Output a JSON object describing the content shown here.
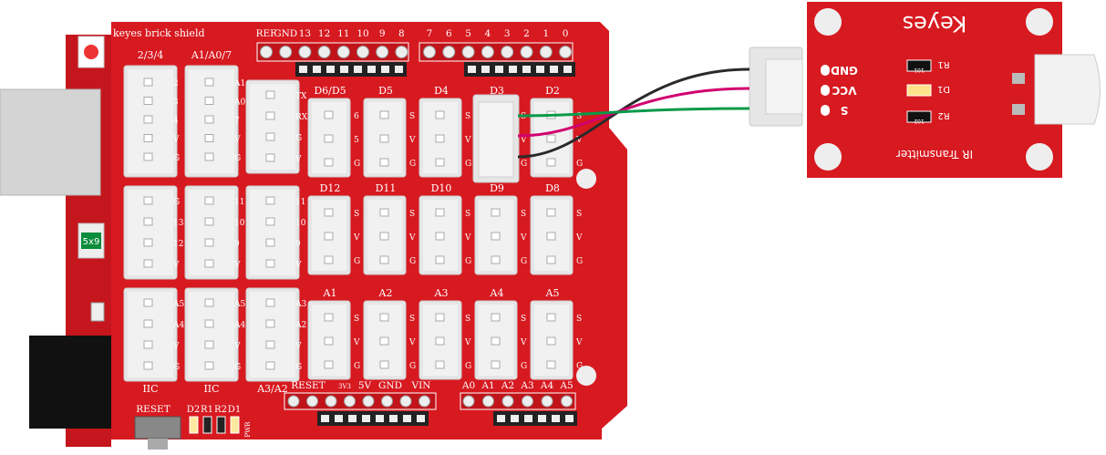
{
  "shield": {
    "name": "keyes brick shield",
    "power_header": [
      "REF",
      "GND",
      "13",
      "12",
      "11",
      "10",
      "9",
      "8"
    ],
    "digital_header": [
      "7",
      "6",
      "5",
      "4",
      "3",
      "2",
      "1",
      "0"
    ],
    "bottom_power": [
      "RESET",
      "3V3",
      "5V",
      "GND",
      "VIN"
    ],
    "bottom_analog": [
      "A0",
      "A1",
      "A2",
      "A3",
      "A4",
      "A5"
    ],
    "reset_label": "RESET",
    "leds": [
      "D2",
      "R1",
      "R2",
      "D1"
    ],
    "pwr_label": "PWR",
    "tall_ports": [
      {
        "top": "2/3/4",
        "bottom": "",
        "pins": [
          "2",
          "3",
          "4",
          "V",
          "G"
        ]
      },
      {
        "top": "A1/A0/7",
        "bottom": "",
        "pins": [
          "A1",
          "A0",
          "7",
          "V",
          "G"
        ]
      },
      {
        "top": "",
        "bottom": "",
        "pins": [
          "TX",
          "RX",
          "G",
          "V"
        ]
      },
      {
        "top": "",
        "bottom": "",
        "pins": [
          "G",
          "13",
          "12",
          "V"
        ]
      },
      {
        "top": "",
        "bottom": "",
        "pins": [
          "11",
          "10",
          "9",
          "V"
        ]
      },
      {
        "top": "",
        "bottom": "",
        "pins": [
          "11",
          "10",
          "9",
          "V"
        ]
      },
      {
        "top": "",
        "bottom": "IIC",
        "pins": [
          "A5",
          "A4",
          "V",
          "G"
        ]
      },
      {
        "top": "",
        "bottom": "IIC",
        "pins": [
          "A5",
          "A4",
          "V",
          "G"
        ]
      },
      {
        "top": "",
        "bottom": "A3/A2",
        "pins": [
          "A3",
          "A2",
          "V",
          "G"
        ]
      }
    ],
    "rows": [
      {
        "labels": [
          "D6/D5",
          "D5",
          "D4",
          "D3",
          "D2"
        ],
        "pins": [
          [
            "6",
            "5",
            "G"
          ],
          [
            "S",
            "V",
            "G"
          ],
          [
            "S",
            "V",
            "G"
          ],
          [
            "S",
            "V",
            "G"
          ],
          [
            "S",
            "V",
            "G"
          ]
        ]
      },
      {
        "labels": [
          "D12",
          "D11",
          "D10",
          "D9",
          "D8"
        ],
        "pins": [
          [
            "S",
            "V",
            "G"
          ],
          [
            "S",
            "V",
            "G"
          ],
          [
            "S",
            "V",
            "G"
          ],
          [
            "S",
            "V",
            "G"
          ],
          [
            "S",
            "V",
            "G"
          ]
        ]
      },
      {
        "labels": [
          "A1",
          "A2",
          "A3",
          "A4",
          "A5"
        ],
        "pins": [
          [
            "S",
            "V",
            "G"
          ],
          [
            "S",
            "V",
            "G"
          ],
          [
            "S",
            "V",
            "G"
          ],
          [
            "S",
            "V",
            "G"
          ],
          [
            "S",
            "V",
            "G"
          ]
        ]
      }
    ]
  },
  "arduino": {
    "chip_label": "5x9"
  },
  "module": {
    "brand": "Keyes",
    "name": "IR Transmitter",
    "pins": [
      "GND",
      "VCC",
      "S"
    ],
    "components": [
      "R1",
      "D1",
      "R2"
    ],
    "resistor_codes": [
      "101",
      "102"
    ]
  },
  "wires": [
    {
      "name": "GND",
      "color": "#2a2a2a"
    },
    {
      "name": "VCC",
      "color": "#d1006f"
    },
    {
      "name": "S",
      "color": "#0a9a4a"
    }
  ],
  "colors": {
    "board": "#d71920",
    "board_dark": "#a8141a",
    "connector": "#e6e6e6",
    "pin": "#bdbdbd"
  }
}
